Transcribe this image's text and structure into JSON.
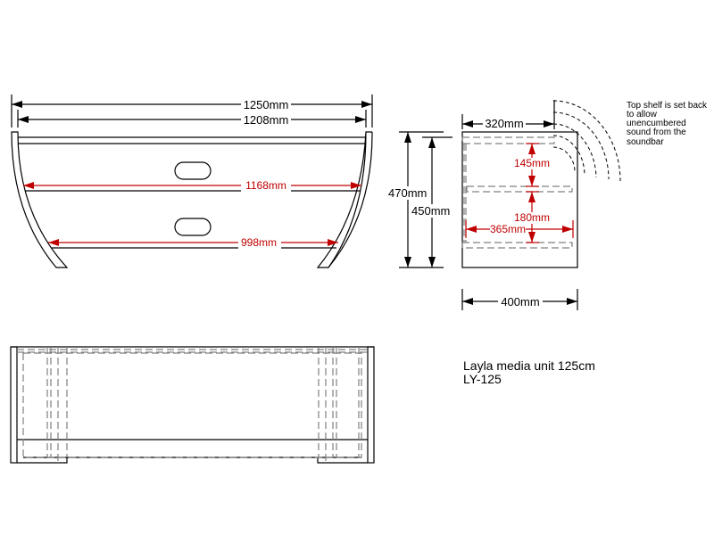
{
  "front_view": {
    "overall_width": "1250mm",
    "inner_width": "1208mm",
    "middle_shelf_width": "1168mm",
    "bottom_shelf_width": "998mm"
  },
  "side_view": {
    "top_shelf_depth": "320mm",
    "overall_height": "470mm",
    "inner_height": "450mm",
    "top_gap": "145mm",
    "middle_gap": "180mm",
    "shelf_depth": "365mm",
    "overall_depth": "400mm",
    "note_lines": [
      "Top shelf is set back",
      "to allow",
      "unencumbered",
      "sound from the",
      "soundbar"
    ]
  },
  "product": {
    "name": "Layla media unit 125cm",
    "code": "LY-125"
  },
  "colors": {
    "dimension_red": "#c00000",
    "hidden_line": "#808080"
  }
}
